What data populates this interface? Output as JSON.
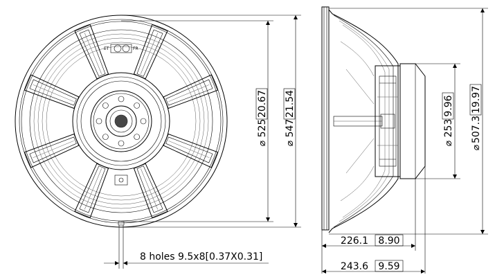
{
  "front_view": {
    "outer_diameter_mm": "525",
    "outer_diameter_in": "20.67",
    "overall_diameter_mm": "547",
    "overall_diameter_in": "21.54",
    "mounting_holes": "8 holes 9.5x8[0.37X0.31]",
    "terminal_labels": [
      "ET",
      "FR"
    ]
  },
  "side_view": {
    "magnet_diameter_mm": "253",
    "magnet_diameter_in": "9.96",
    "baffle_diameter_mm": "507.3",
    "baffle_diameter_in": "19.97",
    "depth_mm": "226.1",
    "depth_in": "8.90",
    "total_depth_mm": "243.6",
    "total_depth_in": "9.59"
  },
  "diameter_symbol": "⌀"
}
